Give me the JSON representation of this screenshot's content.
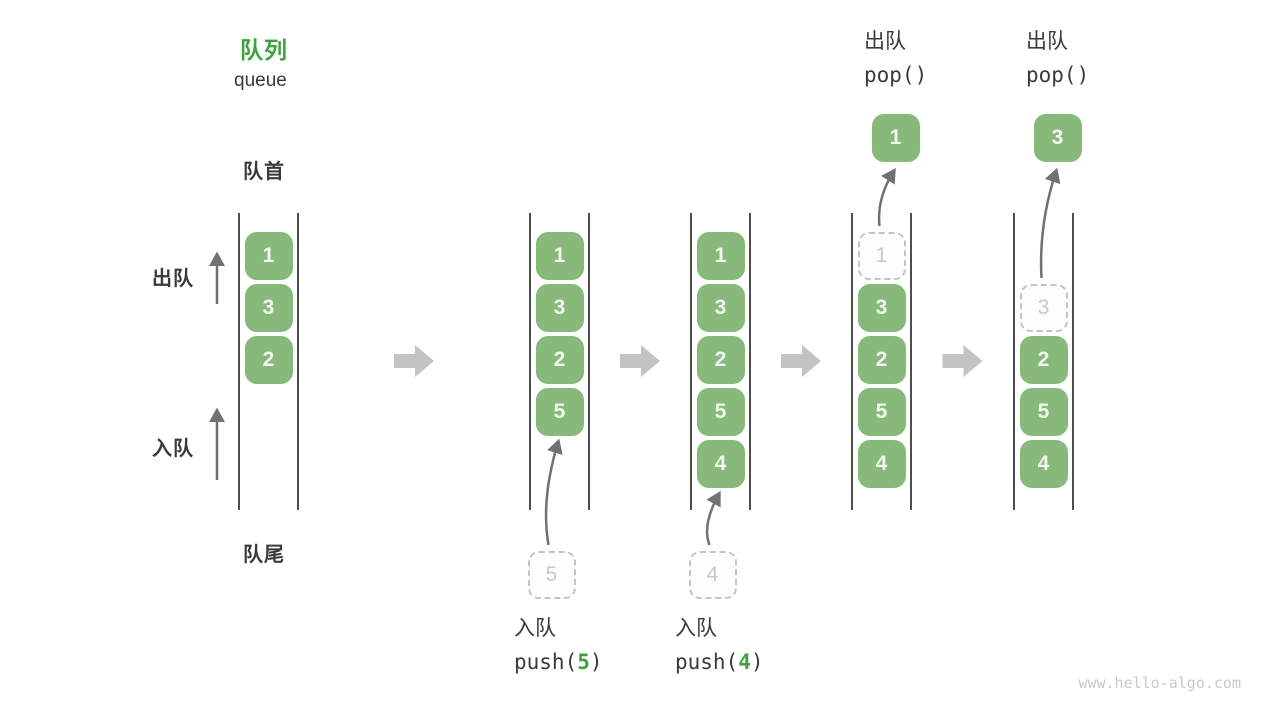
{
  "title": {
    "zh": "队列",
    "en": "queue"
  },
  "labels": {
    "front": "队首",
    "rear": "队尾",
    "dequeue": "出队",
    "enqueue": "入队"
  },
  "watermark": "www.hello-algo.com",
  "colors": {
    "accent_green": "#3fa23f",
    "box_green": "#87b97a",
    "box_text": "#f4f8f1",
    "wall": "#4d4d4d",
    "ghost_border": "#c4c4c4",
    "ghost_text": "#c9c9c9",
    "thin_arrow": "#717171",
    "block_arrow": "#c3c3c3",
    "watermark_gray": "#c9c9c9"
  },
  "states": [
    {
      "boxes": [
        {
          "slot": 0,
          "value": "1",
          "style": "filled"
        },
        {
          "slot": 1,
          "value": "3",
          "style": "filled"
        },
        {
          "slot": 2,
          "value": "2",
          "style": "filled"
        }
      ]
    },
    {
      "boxes": [
        {
          "slot": 0,
          "value": "1",
          "style": "filled"
        },
        {
          "slot": 1,
          "value": "3",
          "style": "filled"
        },
        {
          "slot": 2,
          "value": "2",
          "style": "filled"
        },
        {
          "slot": 3,
          "value": "5",
          "style": "filled"
        }
      ],
      "incoming": {
        "value": "5"
      },
      "action": {
        "name": "入队",
        "code_pre": "push(",
        "code_arg": "5",
        "code_post": ")"
      }
    },
    {
      "boxes": [
        {
          "slot": 0,
          "value": "1",
          "style": "filled"
        },
        {
          "slot": 1,
          "value": "3",
          "style": "filled"
        },
        {
          "slot": 2,
          "value": "2",
          "style": "filled"
        },
        {
          "slot": 3,
          "value": "5",
          "style": "filled"
        },
        {
          "slot": 4,
          "value": "4",
          "style": "filled"
        }
      ],
      "incoming": {
        "value": "4"
      },
      "action": {
        "name": "入队",
        "code_pre": "push(",
        "code_arg": "4",
        "code_post": ")"
      }
    },
    {
      "boxes": [
        {
          "slot": 0,
          "value": "1",
          "style": "ghost"
        },
        {
          "slot": 1,
          "value": "3",
          "style": "filled"
        },
        {
          "slot": 2,
          "value": "2",
          "style": "filled"
        },
        {
          "slot": 3,
          "value": "5",
          "style": "filled"
        },
        {
          "slot": 4,
          "value": "4",
          "style": "filled"
        }
      ],
      "outgoing": {
        "value": "1"
      },
      "action_top": {
        "name": "出队",
        "code": "pop()"
      }
    },
    {
      "boxes": [
        {
          "slot": 1,
          "value": "3",
          "style": "ghost"
        },
        {
          "slot": 2,
          "value": "2",
          "style": "filled"
        },
        {
          "slot": 3,
          "value": "5",
          "style": "filled"
        },
        {
          "slot": 4,
          "value": "4",
          "style": "filled"
        }
      ],
      "outgoing": {
        "value": "3"
      },
      "action_top": {
        "name": "出队",
        "code": "pop()"
      }
    }
  ]
}
